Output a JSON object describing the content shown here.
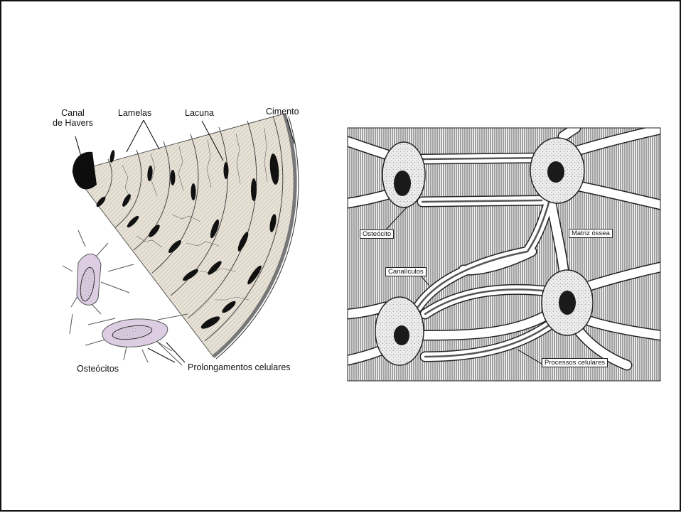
{
  "left_figure": {
    "labels": {
      "canal_line1": "Canal",
      "canal_line2": "de Havers",
      "lamelas": "Lamelas",
      "lacuna": "Lacuna",
      "cimento": "Cimento",
      "osteocitos": "Osteócitos",
      "prolongamentos": "Prolongamentos celulares"
    },
    "colors": {
      "bone_wedge": "#e7e1d6",
      "osteocyte_fill": "#dccde3",
      "ink": "#111111"
    }
  },
  "right_figure": {
    "labels": {
      "osteocito": "Osteócito",
      "matriz": "Matriz óssea",
      "canaliculos": "Canalículos",
      "processos": "Processos celulares"
    },
    "colors": {
      "matrix_hatch": "#3a3a3a",
      "cell_fill": "#ececec",
      "nucleus": "#1a1a1a"
    }
  }
}
